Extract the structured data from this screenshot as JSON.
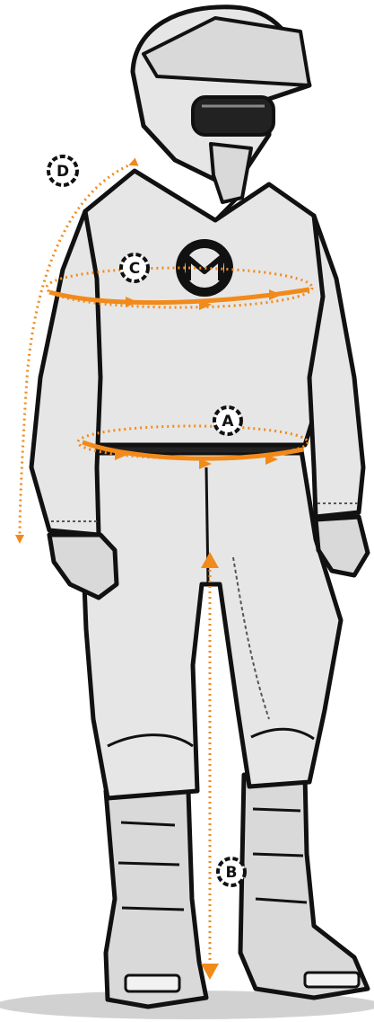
{
  "colors": {
    "outline": "#111111",
    "fill": "#e6e6e6",
    "shade": "#cfcfcf",
    "accent": "#f28a1a",
    "background": "#ffffff"
  },
  "brand": {
    "logo_icon": "moose-m-logo",
    "logo_letter": "M"
  },
  "measurements": {
    "chest": {
      "label": "C"
    },
    "waist": {
      "label": "A"
    },
    "inseam": {
      "label": "B"
    },
    "sleeve": {
      "label": "D"
    }
  }
}
